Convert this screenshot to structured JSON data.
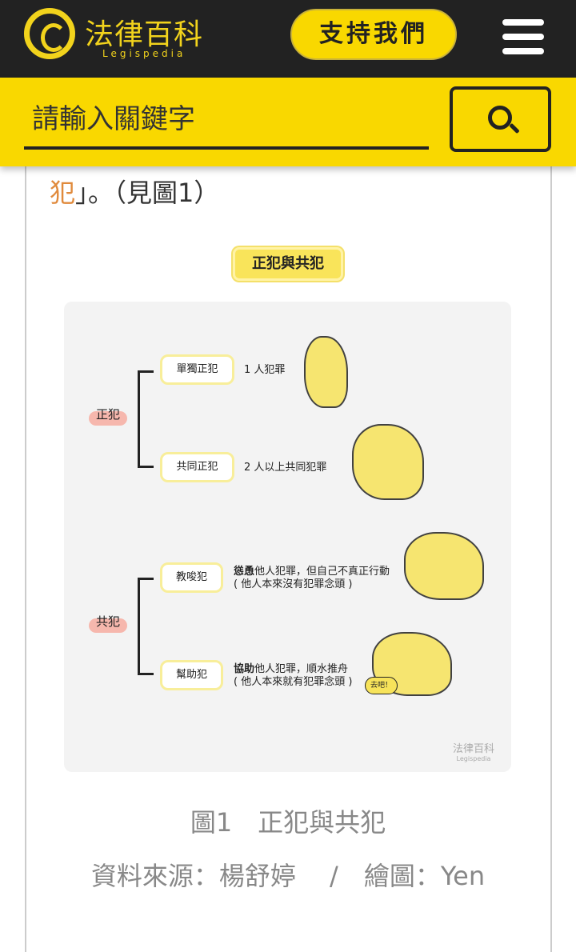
{
  "header": {
    "logo_text": "法律百科",
    "logo_sub": "Legispedia",
    "support_label": "支持我們"
  },
  "search": {
    "placeholder": "請輸入關鍵字"
  },
  "article": {
    "lead_highlight": "犯",
    "lead_rest": "」。（見圖1）"
  },
  "figure": {
    "title": "正犯與共犯",
    "groups": [
      {
        "label": "正犯",
        "items": [
          {
            "name": "單獨正犯",
            "desc1": "1 人犯罪",
            "desc_bold": "",
            "desc2": ""
          },
          {
            "name": "共同正犯",
            "desc1": "2 人以上共同犯罪",
            "desc_bold": "",
            "desc2": ""
          }
        ]
      },
      {
        "label": "共犯",
        "items": [
          {
            "name": "教唆犯",
            "desc_bold": "慫恿",
            "desc1": "他人犯罪，但自己不真正行動",
            "desc2": "( 他人本來沒有犯罪念頭 )"
          },
          {
            "name": "幫助犯",
            "desc_bold": "協助",
            "desc1": "他人犯罪，順水推舟",
            "desc2": "( 他人本來就有犯罪念頭 )"
          }
        ]
      }
    ],
    "speech": "去吧！",
    "watermark": "法律百科",
    "watermark_sub": "Legispedia",
    "caption": "圖1　正犯與共犯",
    "source": "資料來源：楊舒婷　 /　繪圖：Yen"
  }
}
